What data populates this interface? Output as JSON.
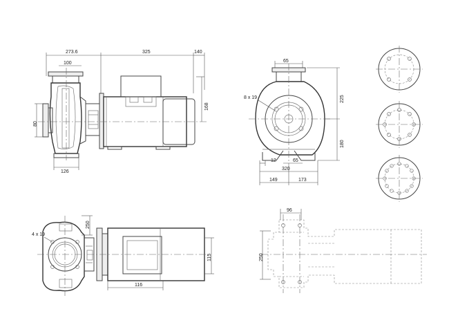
{
  "dimensions": {
    "d_273_6": "273.6",
    "d_325": "325",
    "d_140": "140",
    "d_100": "100",
    "d_168": "168",
    "d_80": "80",
    "d_126": "126",
    "d_65_top": "65",
    "d_8x19": "8 x 19",
    "d_225": "225",
    "d_180": "180",
    "d_12": "12",
    "d_65_bot": "65",
    "d_320": "320",
    "d_149": "149",
    "d_173": "173",
    "d_250_left": "250",
    "d_4x19": "4 x 19",
    "d_115": "115",
    "d_116": "116",
    "d_96": "96",
    "d_250_right": "250"
  }
}
